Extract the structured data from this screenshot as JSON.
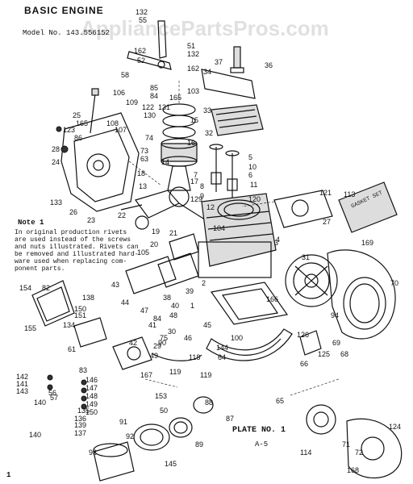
{
  "header": {
    "title": "BASIC ENGINE",
    "model": "Model No. 143.556152",
    "watermark": "AppliancePartsPros.com"
  },
  "note": {
    "heading": "Note 1",
    "lines": [
      "In original production rivets",
      "are used instead of the screws",
      "and nuts illustrated. Rivets can",
      "be removed and illustrated hard-",
      "ware used when replacing com-",
      "ponent parts."
    ]
  },
  "plate": {
    "label": "PLATE NO. 1",
    "code": "A-5",
    "page": "1"
  },
  "gasket_set_label": "GASKET SET",
  "callouts": [
    {
      "id": "c1",
      "text": "132"
    },
    {
      "id": "c2",
      "text": "55"
    },
    {
      "id": "c3",
      "text": "51"
    },
    {
      "id": "c4",
      "text": "132"
    },
    {
      "id": "c5",
      "text": "162"
    },
    {
      "id": "c6",
      "text": "52"
    },
    {
      "id": "c7",
      "text": "58"
    },
    {
      "id": "c8",
      "text": "162"
    },
    {
      "id": "c9",
      "text": "37"
    },
    {
      "id": "c10",
      "text": "36"
    },
    {
      "id": "c11",
      "text": "34"
    },
    {
      "id": "c12",
      "text": "85"
    },
    {
      "id": "c13",
      "text": "84"
    },
    {
      "id": "c14",
      "text": "103"
    },
    {
      "id": "c15",
      "text": "165"
    },
    {
      "id": "c16",
      "text": "106"
    },
    {
      "id": "c17",
      "text": "109"
    },
    {
      "id": "c18",
      "text": "122"
    },
    {
      "id": "c19",
      "text": "131"
    },
    {
      "id": "c20",
      "text": "130"
    },
    {
      "id": "c21",
      "text": "33"
    },
    {
      "id": "c22",
      "text": "25"
    },
    {
      "id": "c23",
      "text": "165"
    },
    {
      "id": "c24",
      "text": "108"
    },
    {
      "id": "c25",
      "text": "107"
    },
    {
      "id": "c26",
      "text": "15"
    },
    {
      "id": "c27",
      "text": "123"
    },
    {
      "id": "c28",
      "text": "86"
    },
    {
      "id": "c29",
      "text": "74"
    },
    {
      "id": "c30",
      "text": "32"
    },
    {
      "id": "c31",
      "text": "28"
    },
    {
      "id": "c32",
      "text": "73"
    },
    {
      "id": "c33",
      "text": "16"
    },
    {
      "id": "c34",
      "text": "63"
    },
    {
      "id": "c35",
      "text": "14"
    },
    {
      "id": "c36",
      "text": "5"
    },
    {
      "id": "c37",
      "text": "24"
    },
    {
      "id": "c38",
      "text": "10"
    },
    {
      "id": "c39",
      "text": "18"
    },
    {
      "id": "c40",
      "text": "6"
    },
    {
      "id": "c41",
      "text": "7"
    },
    {
      "id": "c42",
      "text": "17"
    },
    {
      "id": "c43",
      "text": "11"
    },
    {
      "id": "c44",
      "text": "8"
    },
    {
      "id": "c45",
      "text": "13"
    },
    {
      "id": "c46",
      "text": "9"
    },
    {
      "id": "c47",
      "text": "129"
    },
    {
      "id": "c48",
      "text": "120"
    },
    {
      "id": "c49",
      "text": "133"
    },
    {
      "id": "c50",
      "text": "26"
    },
    {
      "id": "c51",
      "text": "23"
    },
    {
      "id": "c52",
      "text": "12"
    },
    {
      "id": "c53",
      "text": "121"
    },
    {
      "id": "c54",
      "text": "113"
    },
    {
      "id": "c55",
      "text": "22"
    },
    {
      "id": "c56",
      "text": "27"
    },
    {
      "id": "c57",
      "text": "104"
    },
    {
      "id": "c58",
      "text": "19"
    },
    {
      "id": "c59",
      "text": "21"
    },
    {
      "id": "c60",
      "text": "20"
    },
    {
      "id": "c61",
      "text": "169"
    },
    {
      "id": "c62",
      "text": "105"
    },
    {
      "id": "c63",
      "text": "3"
    },
    {
      "id": "c64",
      "text": "43"
    },
    {
      "id": "c65",
      "text": "31"
    },
    {
      "id": "c66",
      "text": "154"
    },
    {
      "id": "c67",
      "text": "82"
    },
    {
      "id": "c68",
      "text": "39"
    },
    {
      "id": "c69",
      "text": "2"
    },
    {
      "id": "c70",
      "text": "138"
    },
    {
      "id": "c71",
      "text": "44"
    },
    {
      "id": "c72",
      "text": "38"
    },
    {
      "id": "c73",
      "text": "1"
    },
    {
      "id": "c74",
      "text": "166"
    },
    {
      "id": "c75",
      "text": "70"
    },
    {
      "id": "c76",
      "text": "150"
    },
    {
      "id": "c77",
      "text": "151"
    },
    {
      "id": "c78",
      "text": "47"
    },
    {
      "id": "c79",
      "text": "40"
    },
    {
      "id": "c80",
      "text": "84"
    },
    {
      "id": "c81",
      "text": "41"
    },
    {
      "id": "c82",
      "text": "48"
    },
    {
      "id": "c83",
      "text": "155"
    },
    {
      "id": "c84",
      "text": "134"
    },
    {
      "id": "c85",
      "text": "45"
    },
    {
      "id": "c86",
      "text": "46"
    },
    {
      "id": "c87",
      "text": "75"
    },
    {
      "id": "c88",
      "text": "100"
    },
    {
      "id": "c89",
      "text": "126"
    },
    {
      "id": "c90",
      "text": "69"
    },
    {
      "id": "c91",
      "text": "68"
    },
    {
      "id": "c92",
      "text": "61"
    },
    {
      "id": "c93",
      "text": "144"
    },
    {
      "id": "c94",
      "text": "49"
    },
    {
      "id": "c95",
      "text": "118"
    },
    {
      "id": "c96",
      "text": "125"
    },
    {
      "id": "c97",
      "text": "66"
    },
    {
      "id": "c98",
      "text": "64"
    },
    {
      "id": "c99",
      "text": "142"
    },
    {
      "id": "c100",
      "text": "141"
    },
    {
      "id": "c101",
      "text": "143"
    },
    {
      "id": "c102",
      "text": "146"
    },
    {
      "id": "c103",
      "text": "147"
    },
    {
      "id": "c104",
      "text": "148"
    },
    {
      "id": "c105",
      "text": "57"
    },
    {
      "id": "c106",
      "text": "56"
    },
    {
      "id": "c107",
      "text": "149"
    },
    {
      "id": "c108",
      "text": "140"
    },
    {
      "id": "c109",
      "text": "167"
    },
    {
      "id": "c110",
      "text": "119"
    },
    {
      "id": "c111",
      "text": "119"
    },
    {
      "id": "c112",
      "text": "153"
    },
    {
      "id": "c113",
      "text": "65"
    },
    {
      "id": "c114",
      "text": "135"
    },
    {
      "id": "c115",
      "text": "150"
    },
    {
      "id": "c116",
      "text": "136"
    },
    {
      "id": "c117",
      "text": "88"
    },
    {
      "id": "c118",
      "text": "87"
    },
    {
      "id": "c119",
      "text": "139"
    },
    {
      "id": "c120",
      "text": "137"
    },
    {
      "id": "c121",
      "text": "91"
    },
    {
      "id": "c122",
      "text": "50"
    },
    {
      "id": "c123",
      "text": "124"
    },
    {
      "id": "c124",
      "text": "140"
    },
    {
      "id": "c125",
      "text": "92"
    },
    {
      "id": "c126",
      "text": "89"
    },
    {
      "id": "c127",
      "text": "93"
    },
    {
      "id": "c128",
      "text": "145"
    },
    {
      "id": "c129",
      "text": "114"
    },
    {
      "id": "c130",
      "text": "71"
    },
    {
      "id": "c131",
      "text": "72"
    },
    {
      "id": "c132",
      "text": "168"
    },
    {
      "id": "c133",
      "text": "90"
    },
    {
      "id": "c134",
      "text": "42"
    },
    {
      "id": "c135",
      "text": "29"
    },
    {
      "id": "c136",
      "text": "4"
    },
    {
      "id": "c137",
      "text": "30"
    },
    {
      "id": "c138",
      "text": "94"
    },
    {
      "id": "c139",
      "text": "83"
    }
  ]
}
